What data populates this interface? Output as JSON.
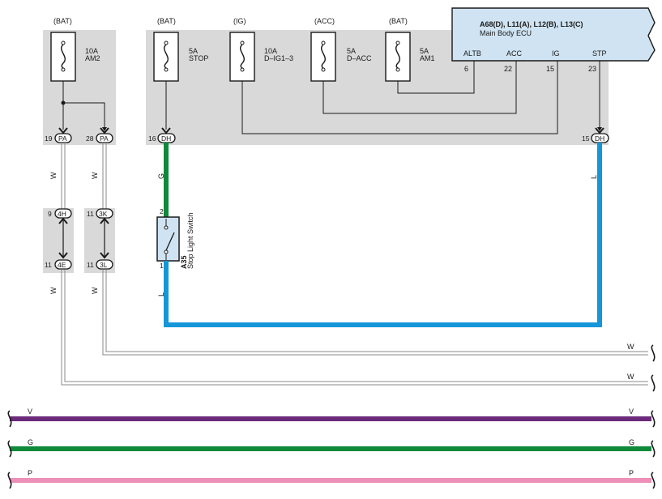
{
  "colors": {
    "shade": "#d9d9d9",
    "ecu_fill": "#cfe3f2",
    "green": "#0e8a3a",
    "blue": "#1596d9",
    "violet": "#6b2a7a",
    "pink": "#ee8fb8",
    "white_wire": "#9a9a9a"
  },
  "fuses": [
    {
      "source": "(BAT)",
      "amp": "10A",
      "name": "AM2"
    },
    {
      "source": "(BAT)",
      "amp": "5A",
      "name": "STOP"
    },
    {
      "source": "(IG)",
      "amp": "10A",
      "name": "D–IG1–3"
    },
    {
      "source": "(ACC)",
      "amp": "5A",
      "name": "D–ACC"
    },
    {
      "source": "(BAT)",
      "amp": "5A",
      "name": "AM1"
    }
  ],
  "ecu": {
    "connectors": "A68(D), L11(A), L12(B), L13(C)",
    "name": "Main Body ECU",
    "pins": [
      {
        "label": "ALTB",
        "num": "6"
      },
      {
        "label": "ACC",
        "num": "22"
      },
      {
        "label": "IG",
        "num": "15"
      },
      {
        "label": "STP",
        "num": "23"
      }
    ]
  },
  "junctions": [
    {
      "num": "19",
      "code": "PA"
    },
    {
      "num": "28",
      "code": "PA"
    },
    {
      "num": "16",
      "code": "DH"
    },
    {
      "num": "15",
      "code": "DH"
    },
    {
      "num": "9",
      "code": "4H"
    },
    {
      "num": "11",
      "code": "3K"
    },
    {
      "num": "11",
      "code": "4E"
    },
    {
      "num": "11",
      "code": "3L"
    }
  ],
  "switch": {
    "code": "A35",
    "name": "Stop Light Switch",
    "pin_top": "2",
    "pin_bottom": "1"
  },
  "wire_labels": {
    "w1": "W",
    "w2": "W",
    "w3": "W",
    "w4": "W",
    "g": "G",
    "l_right": "L",
    "l_low": "L",
    "right_w1": "W",
    "right_w2": "W"
  },
  "buses": [
    {
      "color_code": "V",
      "end_label": "V"
    },
    {
      "color_code": "G",
      "end_label": "G"
    },
    {
      "color_code": "P",
      "end_label": "P"
    }
  ]
}
